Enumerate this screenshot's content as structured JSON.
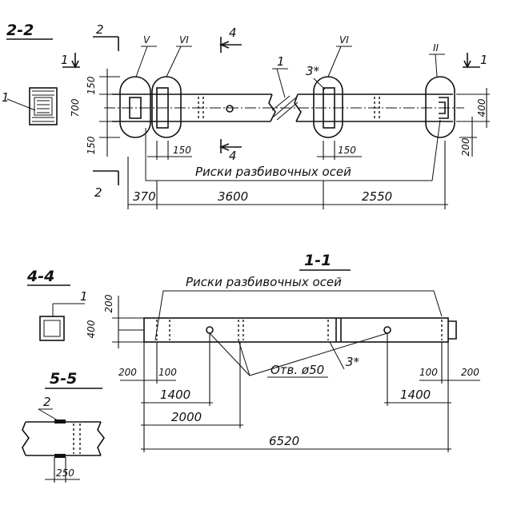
{
  "section_labels": {
    "s22": "2-2",
    "s11": "1-1",
    "s44": "4-4",
    "s55": "5-5"
  },
  "cut_marks": {
    "c2": "2",
    "c4": "4",
    "c1": "1"
  },
  "markers": {
    "pos1": "1",
    "pos2": "2",
    "pos3s": "3*",
    "rV": "V",
    "rVI": "VI",
    "rII": "II"
  },
  "notes": {
    "risk": "Риски разбивочных осей",
    "hole": "Отв. ø50"
  },
  "dims_plan": {
    "d150a": "150",
    "d700": "700",
    "d150b": "150",
    "d150c": "150",
    "d150d": "150",
    "d400": "400",
    "d200": "200",
    "d370": "370",
    "d3600": "3600",
    "d2550": "2550"
  },
  "dims_elev": {
    "d200t": "200",
    "d400": "400",
    "d200l": "200",
    "d100l": "100",
    "d1400l": "1400",
    "d2000": "2000",
    "d6520": "6520",
    "d100r": "100",
    "d200r": "200",
    "d1400r": "1400"
  },
  "dims_55": {
    "d250": "250"
  }
}
